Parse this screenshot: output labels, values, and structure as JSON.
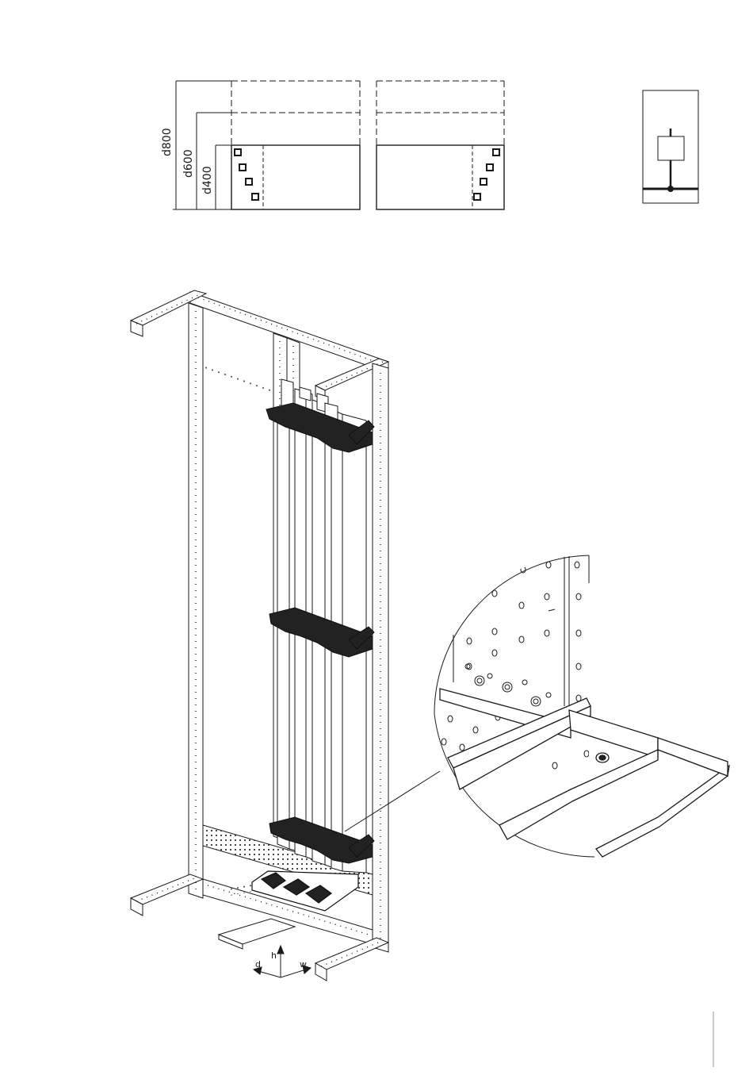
{
  "dimensions": {
    "depth_labels": [
      "d800",
      "d600",
      "d400"
    ]
  },
  "axes": {
    "h": "h",
    "d": "d",
    "w": "w"
  },
  "colors": {
    "line": "#1a1a1a",
    "fill": "#ffffff",
    "dark": "#222222"
  }
}
